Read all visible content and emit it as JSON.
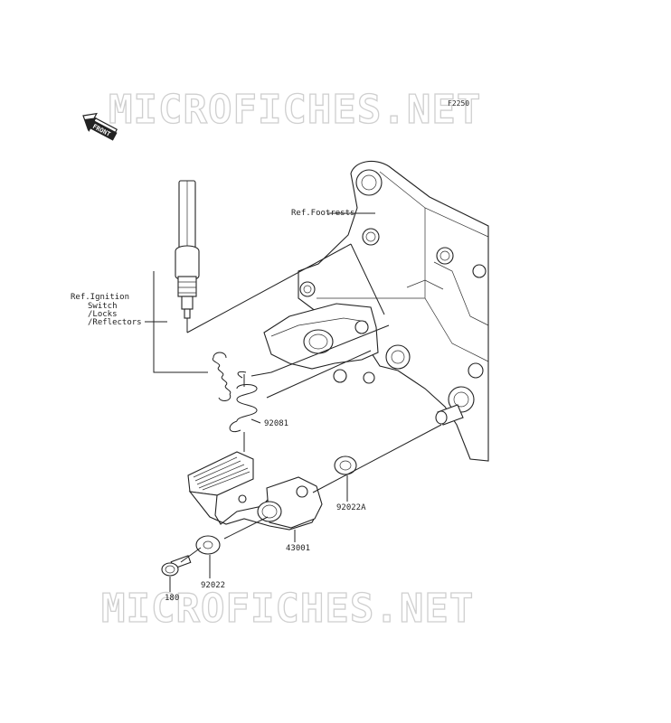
{
  "diagram": {
    "figure_code": "F2250",
    "front_arrow_label": "FRONT",
    "watermark_top": "MICROFICHES.NET",
    "watermark_bottom": "MICROFICHES.NET",
    "callouts": {
      "ref_footrests": "Ref.Footrests",
      "ref_ignition_1": "Ref.Ignition",
      "ref_ignition_2": "Switch",
      "ref_ignition_3": "/Locks",
      "ref_ignition_4": "/Reflectors",
      "part_92081": "92081",
      "part_92022A": "92022A",
      "part_43001": "43001",
      "part_92022": "92022",
      "part_180": "180"
    }
  }
}
